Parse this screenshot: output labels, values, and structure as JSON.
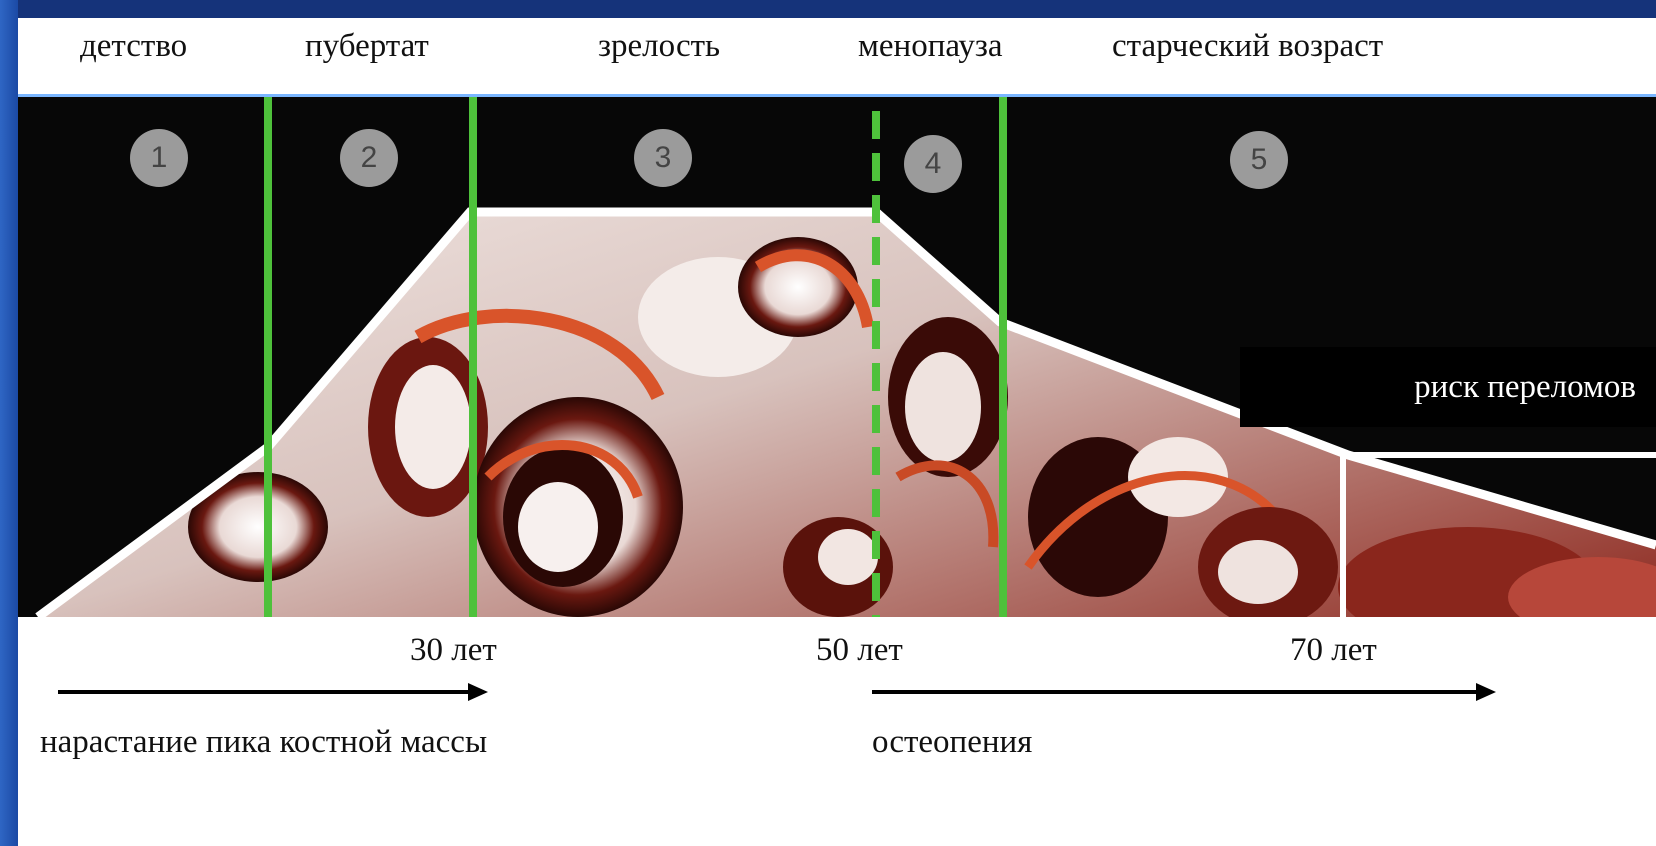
{
  "stages": [
    "детство",
    "пубертат",
    "зрелость",
    "менопауза",
    "старческий возраст"
  ],
  "phase_numbers": [
    "1",
    "2",
    "3",
    "4",
    "5"
  ],
  "risk_label": "риск переломов",
  "ages": [
    "30 лет",
    "50 лет",
    "70 лет"
  ],
  "captions": {
    "left": "нарастание пика костной массы",
    "right": "остеопения"
  },
  "colors": {
    "frame": "#1b4aa5",
    "panel_background": "#070707",
    "divider": "#4ec13b",
    "bone_light": "#f3e9e6",
    "bone_dark": "#7a1f16",
    "bone_orange": "#d9542a",
    "badge": "#9b9b9b"
  }
}
